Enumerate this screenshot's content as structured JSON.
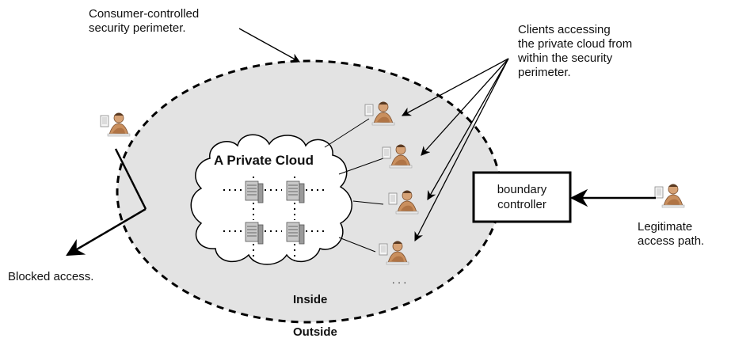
{
  "labels": {
    "perimeter": "Consumer-controlled\nsecurity perimeter.",
    "clients": "Clients accessing\nthe private cloud from\nwithin the security\nperimeter.",
    "cloud": "A Private Cloud",
    "boundary": "boundary\ncontroller",
    "legitimate": "Legitimate\naccess path.",
    "blocked": "Blocked access.",
    "inside": "Inside",
    "outside": "Outside",
    "ellipsis": ". . ."
  },
  "colors": {
    "perimeter_fill": "#e3e3e3",
    "stroke": "#000000",
    "person_skin": "#c98f5e",
    "person_shirt": "#f2f2f2"
  },
  "icons": [
    "person-at-computer-icon",
    "server-icon"
  ]
}
